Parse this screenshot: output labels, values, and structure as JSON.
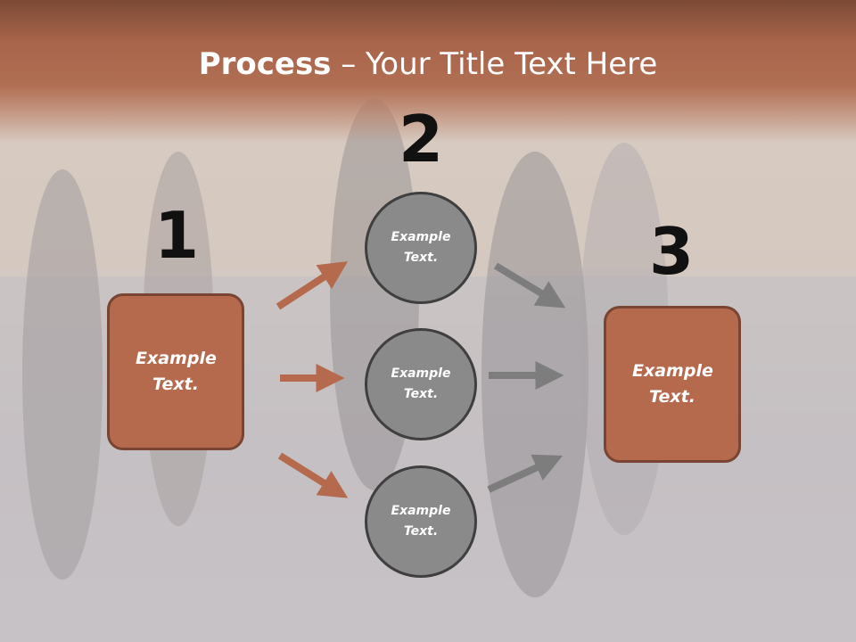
{
  "title": {
    "bold": "Process",
    "rest": " – Your Title Text Here"
  },
  "steps": {
    "one": {
      "number": "1",
      "text": "Example Text."
    },
    "two": {
      "number": "2"
    },
    "three": {
      "number": "3",
      "text": "Example Text."
    }
  },
  "circles": [
    {
      "text": "Example Text."
    },
    {
      "text": "Example Text."
    },
    {
      "text": "Example Text."
    }
  ],
  "colors": {
    "header": "#b06e53",
    "box_fill": "#b5694d",
    "box_border": "#7a4432",
    "circle_fill": "#8a8a8a",
    "circle_border": "#3f3f3f",
    "arrow_orange": "#b5694d",
    "arrow_gray": "#7d7d7d"
  }
}
